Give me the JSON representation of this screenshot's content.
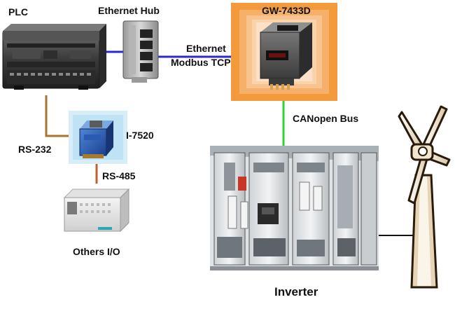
{
  "labels": {
    "plc": "PLC",
    "ethernet_hub": "Ethernet Hub",
    "gateway": "GW-7433D",
    "ethernet": "Ethernet",
    "modbus_tcp": "Modbus TCP",
    "canopen_bus": "CANopen Bus",
    "converter": "I-7520",
    "rs232": "RS-232",
    "rs485": "RS-485",
    "others_io": "Others I/O",
    "inverter": "Inverter"
  },
  "colors": {
    "ethernet_link": "#2a2ad0",
    "canopen_link": "#2fd02f",
    "serial_link": "#a8742a",
    "rs485_link": "#c0602a",
    "gateway_glow_outer": "#f39a3c",
    "gateway_glow_inner": "#fde0c8",
    "converter_glow": "#bfe2f4"
  },
  "icons": {
    "plc": "plc-device-icon",
    "hub": "ethernet-hub-icon",
    "gateway": "gateway-device-icon",
    "converter": "rs232-rs485-converter-icon",
    "io": "io-module-icon",
    "inverter": "inverter-cabinet-icon",
    "turbine": "wind-turbine-icon"
  }
}
